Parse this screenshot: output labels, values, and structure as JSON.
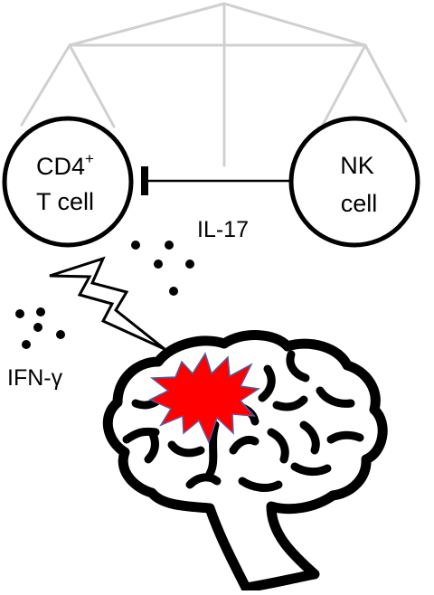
{
  "cd4_cell": {
    "label_line1": "CD4",
    "label_sup": "+",
    "label_line2": "T cell"
  },
  "nk_cell": {
    "label_line1": "NK",
    "label_line2": "cell"
  },
  "cytokines": {
    "il17": "IL-17",
    "ifn_gamma": "IFN-γ"
  },
  "colors": {
    "scale": "#d0d0d0",
    "outline": "#000000",
    "lesion": "#ff0000",
    "lesion_edge": "#5a5aa0"
  },
  "icons": [
    "balance-scale-icon",
    "inhibition-arrow-icon",
    "lightning-bolt-icon",
    "brain-icon",
    "lesion-burst-icon"
  ]
}
